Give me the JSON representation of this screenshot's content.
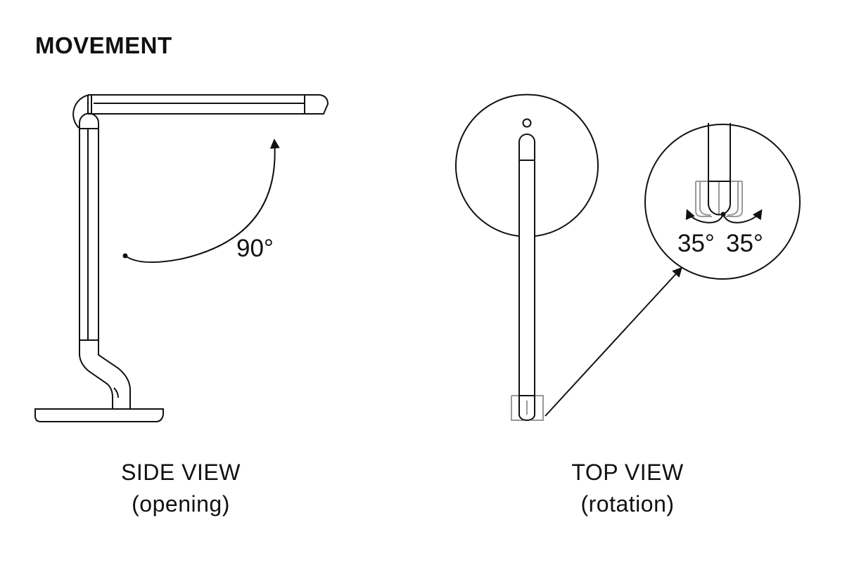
{
  "title": "MOVEMENT",
  "side_view": {
    "label": "SIDE VIEW",
    "sublabel": "(opening)",
    "angle": "90°"
  },
  "top_view": {
    "label": "TOP VIEW",
    "sublabel": "(rotation)",
    "angle_left": "35°",
    "angle_right": "35°"
  }
}
